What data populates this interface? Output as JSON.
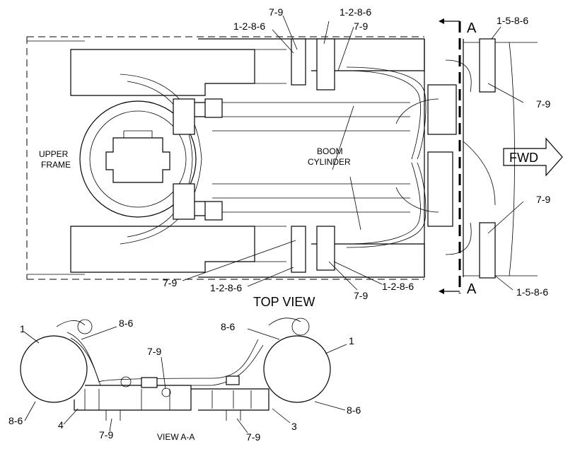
{
  "labels": {
    "upper_frame_1": "UPPER",
    "upper_frame_2": "FRAME",
    "boom_cylinder_1": "BOOM",
    "boom_cylinder_2": "CYLINDER",
    "fwd": "FWD",
    "top_view": "TOP VIEW",
    "view_aa": "VIEW A-A",
    "section_a_top": "A",
    "section_a_bottom": "A"
  },
  "callouts": {
    "top_79_a": "7-9",
    "top_1286_a": "1-2-8-6",
    "top_1286_b": "1-2-8-6",
    "top_79_b": "7-9",
    "top_1586_a": "1-5-8-6",
    "right_79_a": "7-9",
    "right_79_b": "7-9",
    "bot_79_a": "7-9",
    "bot_1286_a": "1-2-8-6",
    "bot_79_b": "7-9",
    "bot_1286_b": "1-2-8-6",
    "bot_1586_a": "1-5-8-6",
    "va_1_left": "1",
    "va_86_left_top": "8-6",
    "va_86_right_top": "8-6",
    "va_1_right": "1",
    "va_79_center": "7-9",
    "va_86_left_bot": "8-6",
    "va_4": "4",
    "va_79_left_bot": "7-9",
    "va_79_right_bot": "7-9",
    "va_3": "3",
    "va_86_right_bot": "8-6"
  }
}
